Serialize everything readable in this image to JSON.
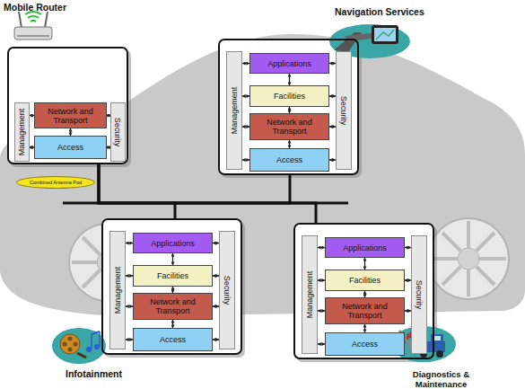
{
  "diagram": {
    "nodes": [
      {
        "text": [
          "Mobile Router"
        ]
      },
      {
        "text": [
          "Management"
        ],
        "in": 0
      },
      {
        "text": [
          "Network and Transport"
        ],
        "in": 0
      },
      {
        "text": [
          "Access"
        ],
        "in": 0
      },
      {
        "text": [
          "Security"
        ],
        "in": 0
      },
      {
        "text": [
          "Combined Antenna Pod"
        ]
      },
      {
        "text": [
          "Navigation Services"
        ]
      },
      {
        "text": [
          "Management"
        ],
        "in": 6
      },
      {
        "text": [
          "Applications"
        ],
        "in": 6
      },
      {
        "text": [
          "Facilities"
        ],
        "in": 6
      },
      {
        "text": [
          "Network and Transport"
        ],
        "in": 6
      },
      {
        "text": [
          "Access"
        ],
        "in": 6
      },
      {
        "text": [
          "Security"
        ],
        "in": 6
      },
      {
        "text": [
          "Infotainment"
        ]
      },
      {
        "text": [
          "Management"
        ],
        "in": 13
      },
      {
        "text": [
          "Applications"
        ],
        "in": 13
      },
      {
        "text": [
          "Facilities"
        ],
        "in": 13
      },
      {
        "text": [
          "Network and Transport"
        ],
        "in": 13
      },
      {
        "text": [
          "Access"
        ],
        "in": 13
      },
      {
        "text": [
          "Security"
        ],
        "in": 13
      },
      {
        "text": [
          "Diagnostics & Maintenance"
        ]
      },
      {
        "text": [
          "Management"
        ],
        "in": 20
      },
      {
        "text": [
          "Applications"
        ],
        "in": 20
      },
      {
        "text": [
          "Facilities"
        ],
        "in": 20
      },
      {
        "text": [
          "Network and Transport"
        ],
        "in": 20
      },
      {
        "text": [
          "Access"
        ],
        "in": 20
      },
      {
        "text": [
          "Security"
        ],
        "in": 20
      }
    ],
    "edges": [
      {
        "from": 0,
        "to": 6,
        "arrow": "none"
      },
      {
        "from": 0,
        "to": 13,
        "arrow": "none"
      },
      {
        "from": 0,
        "to": 20,
        "arrow": "none"
      },
      {
        "from": 2,
        "to": 3,
        "arrow": "both"
      },
      {
        "from": 1,
        "to": 2,
        "arrow": "both"
      },
      {
        "from": 1,
        "to": 3,
        "arrow": "both"
      },
      {
        "from": 2,
        "to": 4,
        "arrow": "both"
      },
      {
        "from": 3,
        "to": 4,
        "arrow": "both"
      },
      {
        "from": 8,
        "to": 9,
        "arrow": "both"
      },
      {
        "from": 9,
        "to": 10,
        "arrow": "both"
      },
      {
        "from": 10,
        "to": 11,
        "arrow": "both"
      },
      {
        "from": 7,
        "to": 8,
        "arrow": "both"
      },
      {
        "from": 7,
        "to": 9,
        "arrow": "both"
      },
      {
        "from": 7,
        "to": 10,
        "arrow": "both"
      },
      {
        "from": 7,
        "to": 11,
        "arrow": "both"
      },
      {
        "from": 8,
        "to": 12,
        "arrow": "both"
      },
      {
        "from": 9,
        "to": 12,
        "arrow": "both"
      },
      {
        "from": 10,
        "to": 12,
        "arrow": "both"
      },
      {
        "from": 11,
        "to": 12,
        "arrow": "both"
      },
      {
        "from": 15,
        "to": 16,
        "arrow": "both"
      },
      {
        "from": 16,
        "to": 17,
        "arrow": "both"
      },
      {
        "from": 17,
        "to": 18,
        "arrow": "both"
      },
      {
        "from": 14,
        "to": 15,
        "arrow": "both"
      },
      {
        "from": 14,
        "to": 16,
        "arrow": "both"
      },
      {
        "from": 14,
        "to": 17,
        "arrow": "both"
      },
      {
        "from": 14,
        "to": 18,
        "arrow": "both"
      },
      {
        "from": 15,
        "to": 19,
        "arrow": "both"
      },
      {
        "from": 16,
        "to": 19,
        "arrow": "both"
      },
      {
        "from": 17,
        "to": 19,
        "arrow": "both"
      },
      {
        "from": 18,
        "to": 19,
        "arrow": "both"
      },
      {
        "from": 22,
        "to": 23,
        "arrow": "both"
      },
      {
        "from": 23,
        "to": 24,
        "arrow": "both"
      },
      {
        "from": 24,
        "to": 25,
        "arrow": "both"
      },
      {
        "from": 21,
        "to": 22,
        "arrow": "both"
      },
      {
        "from": 21,
        "to": 23,
        "arrow": "both"
      },
      {
        "from": 21,
        "to": 24,
        "arrow": "both"
      },
      {
        "from": 21,
        "to": 25,
        "arrow": "both"
      },
      {
        "from": 22,
        "to": 26,
        "arrow": "both"
      },
      {
        "from": 23,
        "to": 26,
        "arrow": "both"
      },
      {
        "from": 24,
        "to": 26,
        "arrow": "both"
      },
      {
        "from": 25,
        "to": 26,
        "arrow": "both"
      }
    ]
  }
}
